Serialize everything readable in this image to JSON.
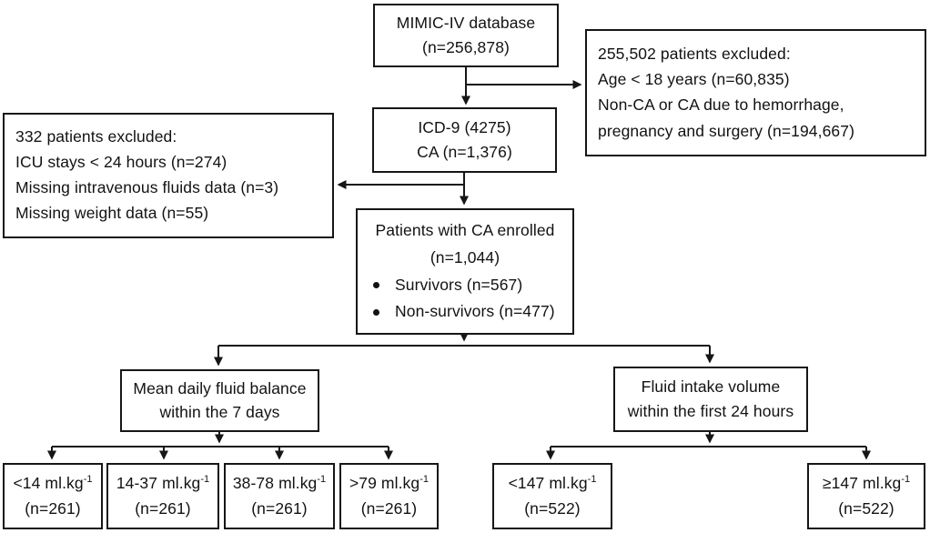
{
  "figure": {
    "type": "flowchart",
    "nodes": {
      "mimic": {
        "lines": [
          "MIMIC-IV database",
          "(n=256,878)"
        ]
      },
      "excluded_right": {
        "lines": [
          "255,502 patients excluded:",
          "Age < 18 years (n=60,835)",
          "Non-CA or CA due to hemorrhage,",
          "pregnancy and surgery (n=194,667)"
        ]
      },
      "icd9": {
        "lines": [
          "ICD-9 (4275)",
          "CA (n=1,376)"
        ]
      },
      "excluded_left": {
        "lines": [
          "332 patients excluded:",
          "ICU stays < 24 hours (n=274)",
          "Missing intravenous fluids data (n=3)",
          "Missing weight data (n=55)"
        ]
      },
      "enrolled": {
        "title": "Patients with CA enrolled",
        "subtitle": "(n=1,044)",
        "bullets": [
          "Survivors (n=567)",
          "Non-survivors (n=477)"
        ]
      },
      "mean_daily": {
        "lines": [
          "Mean daily fluid balance",
          "within the 7 days"
        ]
      },
      "fluid_intake": {
        "lines": [
          "Fluid intake volume",
          "within the first 24 hours"
        ]
      },
      "bin1": {
        "range": "<14 ml.kg",
        "sup": "-1",
        "n": "(n=261)"
      },
      "bin2": {
        "range": "14-37 ml.kg",
        "sup": "-1",
        "n": "(n=261)"
      },
      "bin3": {
        "range": "38-78 ml.kg",
        "sup": "-1",
        "n": "(n=261)"
      },
      "bin4": {
        "range": ">79 ml.kg",
        "sup": "-1",
        "n": "(n=261)"
      },
      "bin5": {
        "range": "<147 ml.kg",
        "sup": "-1",
        "n": "(n=522)"
      },
      "bin6": {
        "range": "≥147 ml.kg",
        "sup": "-1",
        "n": "(n=522)"
      }
    },
    "line_color": "#161616"
  }
}
